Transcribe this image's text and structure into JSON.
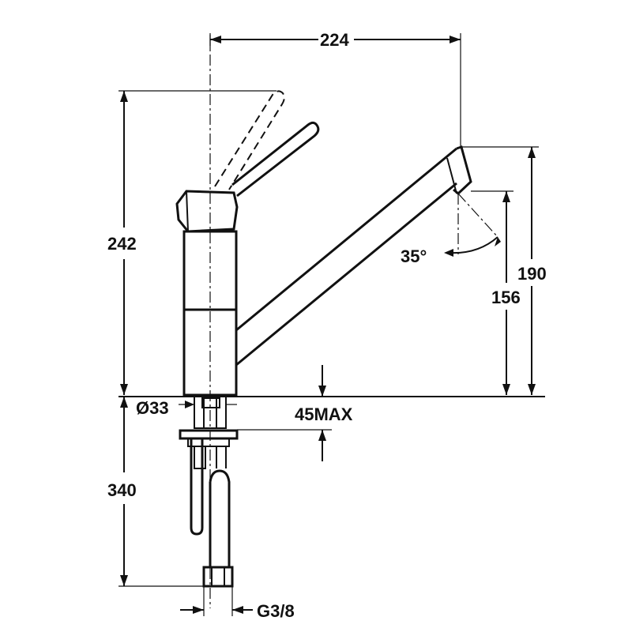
{
  "dimensions": {
    "spout_reach": "224",
    "total_height": "242",
    "spout_height": "190",
    "outlet_height": "156",
    "swivel_angle": "35°",
    "body_diameter": "Ø33",
    "max_deck_thickness": "45MAX",
    "hose_length": "340",
    "connection_thread": "G3/8"
  }
}
